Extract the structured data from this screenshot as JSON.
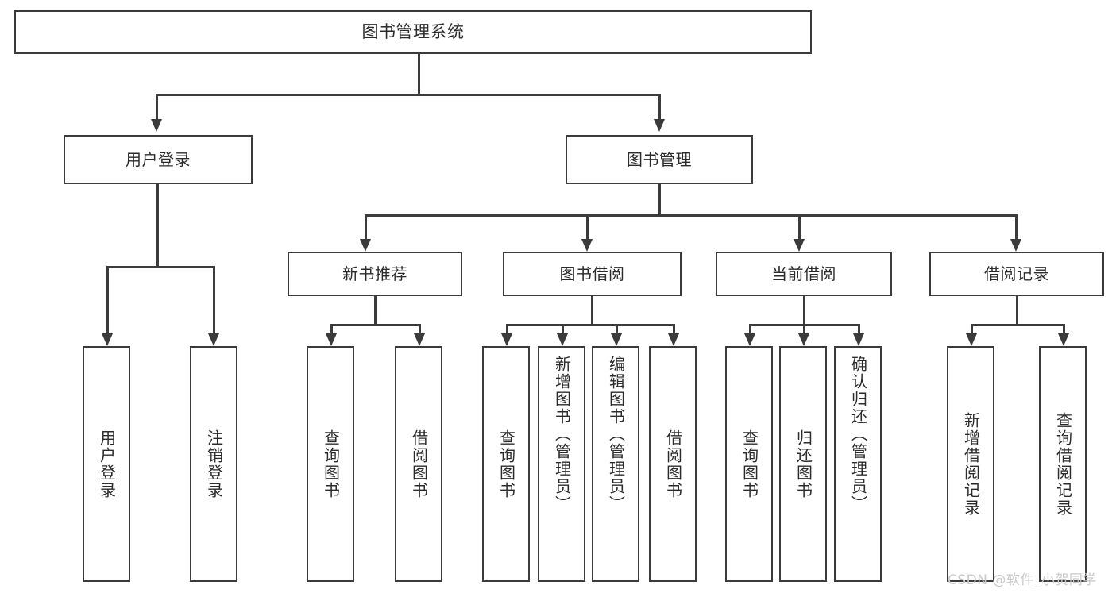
{
  "diagram": {
    "title": "图书管理系统",
    "watermark": "CSDN @软件_小贺同学",
    "colors": {
      "stroke": "#3b3b3b",
      "text": "#2b2b2b",
      "background": "#ffffff",
      "watermark": "#c9c9c9"
    },
    "root": {
      "label": "图书管理系统"
    },
    "level2": [
      {
        "label": "用户登录"
      },
      {
        "label": "图书管理"
      }
    ],
    "level3": [
      {
        "label": "新书推荐"
      },
      {
        "label": "图书借阅"
      },
      {
        "label": "当前借阅"
      },
      {
        "label": "借阅记录"
      }
    ],
    "leaves": [
      {
        "label": "用户登录",
        "parent": "用户登录"
      },
      {
        "label": "注销登录",
        "parent": "用户登录"
      },
      {
        "label": "查询图书",
        "parent": "新书推荐"
      },
      {
        "label": "借阅图书",
        "parent": "新书推荐"
      },
      {
        "label": "查询图书",
        "parent": "图书借阅"
      },
      {
        "label": "新增图书（管理员）",
        "parent": "图书借阅"
      },
      {
        "label": "编辑图书（管理员）",
        "parent": "图书借阅"
      },
      {
        "label": "借阅图书",
        "parent": "图书借阅"
      },
      {
        "label": "查询图书",
        "parent": "当前借阅"
      },
      {
        "label": "归还图书",
        "parent": "当前借阅"
      },
      {
        "label": "确认归还（管理员）",
        "parent": "当前借阅"
      },
      {
        "label": "新增借阅记录",
        "parent": "借阅记录"
      },
      {
        "label": "查询借阅记录",
        "parent": "借阅记录"
      }
    ]
  }
}
